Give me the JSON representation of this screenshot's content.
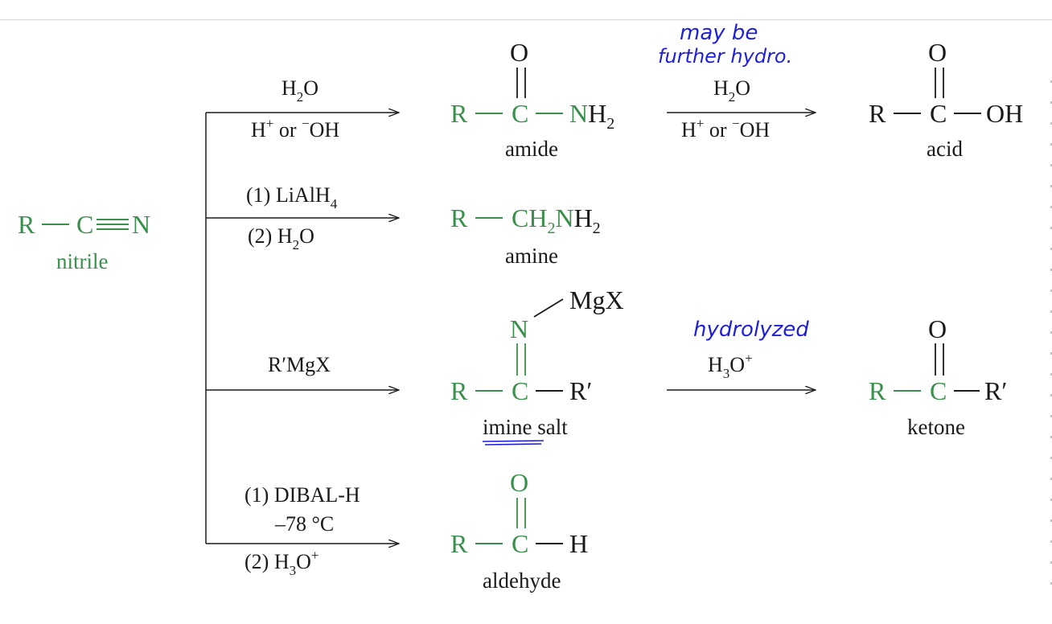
{
  "colors": {
    "green": "#3a8f4c",
    "black": "#1a1a1a",
    "blue": "#1f1fd6"
  },
  "nitrile": {
    "r": "R",
    "c": "C",
    "n": "N",
    "label": "nitrile"
  },
  "common": {
    "dash": "—",
    "o": "O",
    "r": "R",
    "c": "C",
    "h": "H",
    "h2": "2",
    "h3": "3",
    "plus": "+",
    "minus": "−"
  },
  "reactions": {
    "hydrolysis": {
      "reagent_h2o_h": "H",
      "reagent_h2o_o": "O",
      "reagent_cond_h": "H",
      "reagent_cond_or": " or ",
      "reagent_cond_oh": "OH",
      "product": {
        "n": "N",
        "h": "H",
        "label": "amide"
      }
    },
    "reduction": {
      "step1": "(1) LiAlH",
      "step1_sub": "4",
      "step2_a": "(2) H",
      "step2_b": "O",
      "product": {
        "ch": "CH",
        "n": "N",
        "h": "H",
        "label": "amine"
      }
    },
    "grignard": {
      "reagent": "R′MgX",
      "product": {
        "mgx": "MgX",
        "n": "N",
        "rprime": "R′",
        "label_a": "imine",
        "label_b": " salt"
      }
    },
    "dibal": {
      "step1": "(1) DIBAL-H",
      "temp": "–78 °C",
      "step2": "(2) H",
      "step2_o": "O",
      "product": {
        "label": "aldehyde"
      }
    }
  },
  "second_step": {
    "acid": {
      "reagent_h": "H",
      "reagent_o": "O",
      "cond_h": "H",
      "cond_or": " or ",
      "cond_oh": "OH",
      "product_oh": "OH",
      "label": "acid"
    },
    "ketone": {
      "reagent_h": "H",
      "reagent_o": "O",
      "product_rprime": "R′",
      "label": "ketone"
    }
  },
  "annotations": {
    "note1_line1": "may be",
    "note1_line2": "further hydro.",
    "note2": "hydrolyzed"
  }
}
